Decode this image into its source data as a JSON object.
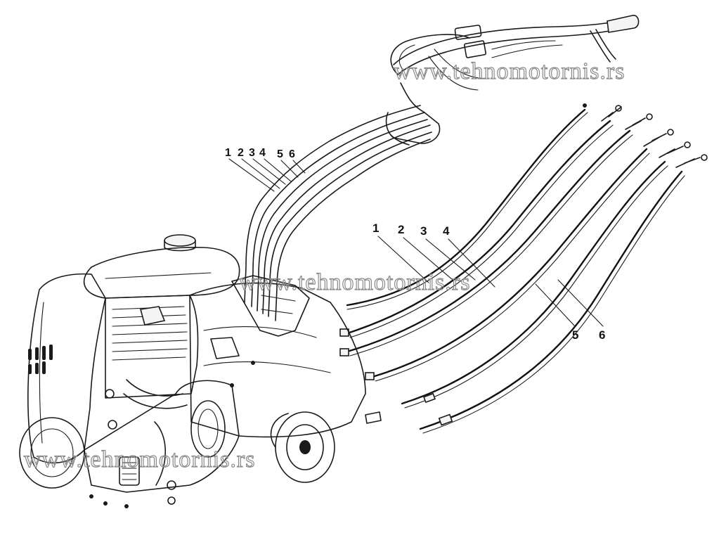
{
  "watermark": {
    "text": "www.tehnomotornis.rs"
  },
  "top_callouts": [
    "1",
    "2",
    "3",
    "4",
    "5",
    "6"
  ],
  "cable_callouts": [
    "1",
    "2",
    "3",
    "4",
    "5",
    "6"
  ],
  "parts": {
    "engine": "engine-assembly",
    "handlebar": "handlebar-assembly",
    "cable_bundle": "control-cable-bundle",
    "loose_cables": "control-cables-exploded"
  }
}
